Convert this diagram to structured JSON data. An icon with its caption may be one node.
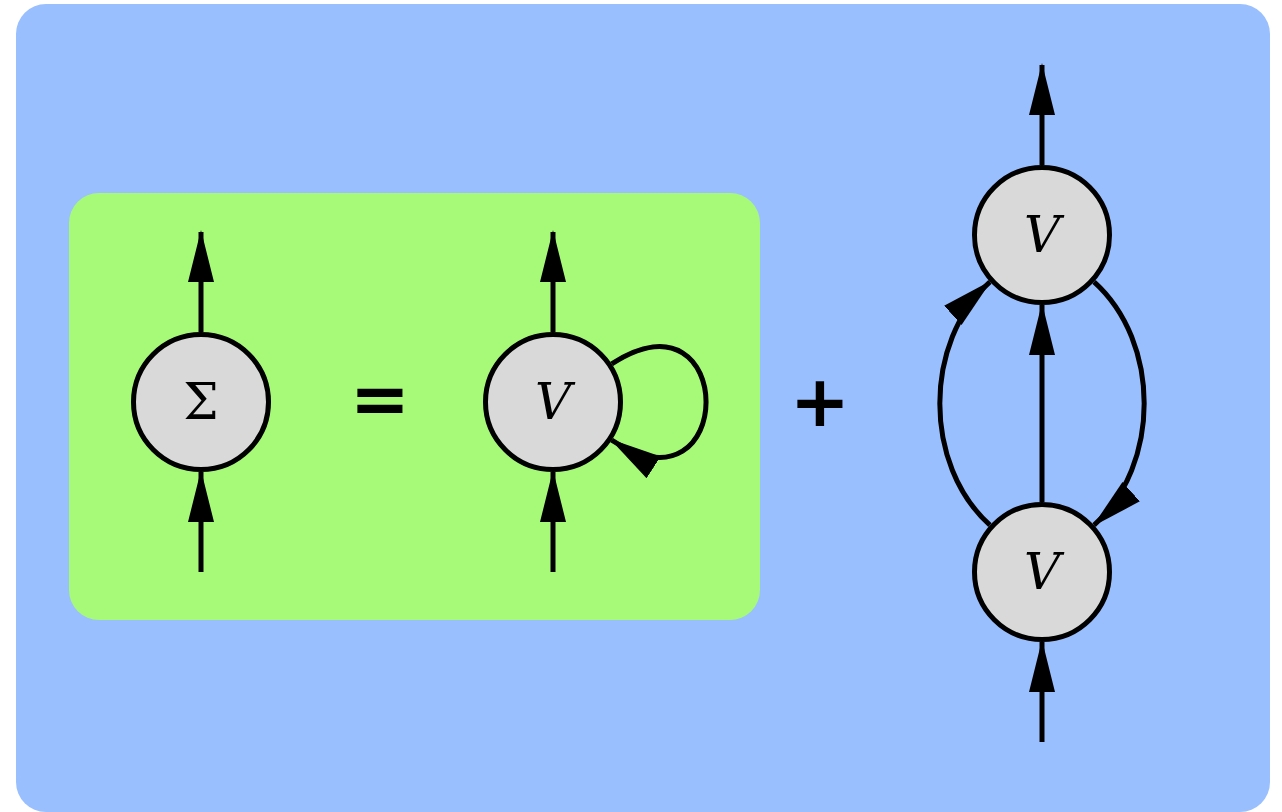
{
  "diagram": {
    "nodes": [
      {
        "text": [],
        "shape": "box"
      },
      {
        "text": [
          "Σ"
        ],
        "in": 0
      },
      {
        "text": [
          "V"
        ],
        "in": 0
      },
      {
        "text": [
          "V"
        ]
      },
      {
        "text": [
          "V"
        ]
      }
    ],
    "edges": [
      {
        "from": null,
        "to": 1,
        "arrow": "to"
      },
      {
        "from": 1,
        "to": null,
        "arrow": "to"
      },
      {
        "from": null,
        "to": 2,
        "arrow": "to"
      },
      {
        "from": 2,
        "to": null,
        "arrow": "to"
      },
      {
        "from": 2,
        "to": 2,
        "arrow": "to"
      },
      {
        "from": 4,
        "to": 3,
        "arrow": "to"
      },
      {
        "from": 4,
        "to": 3,
        "arrow": "to"
      },
      {
        "from": 3,
        "to": 4,
        "arrow": "to"
      },
      {
        "from": null,
        "to": 4,
        "arrow": "to"
      },
      {
        "from": 3,
        "to": null,
        "arrow": "to"
      }
    ],
    "labels": [
      "=",
      "+"
    ]
  }
}
